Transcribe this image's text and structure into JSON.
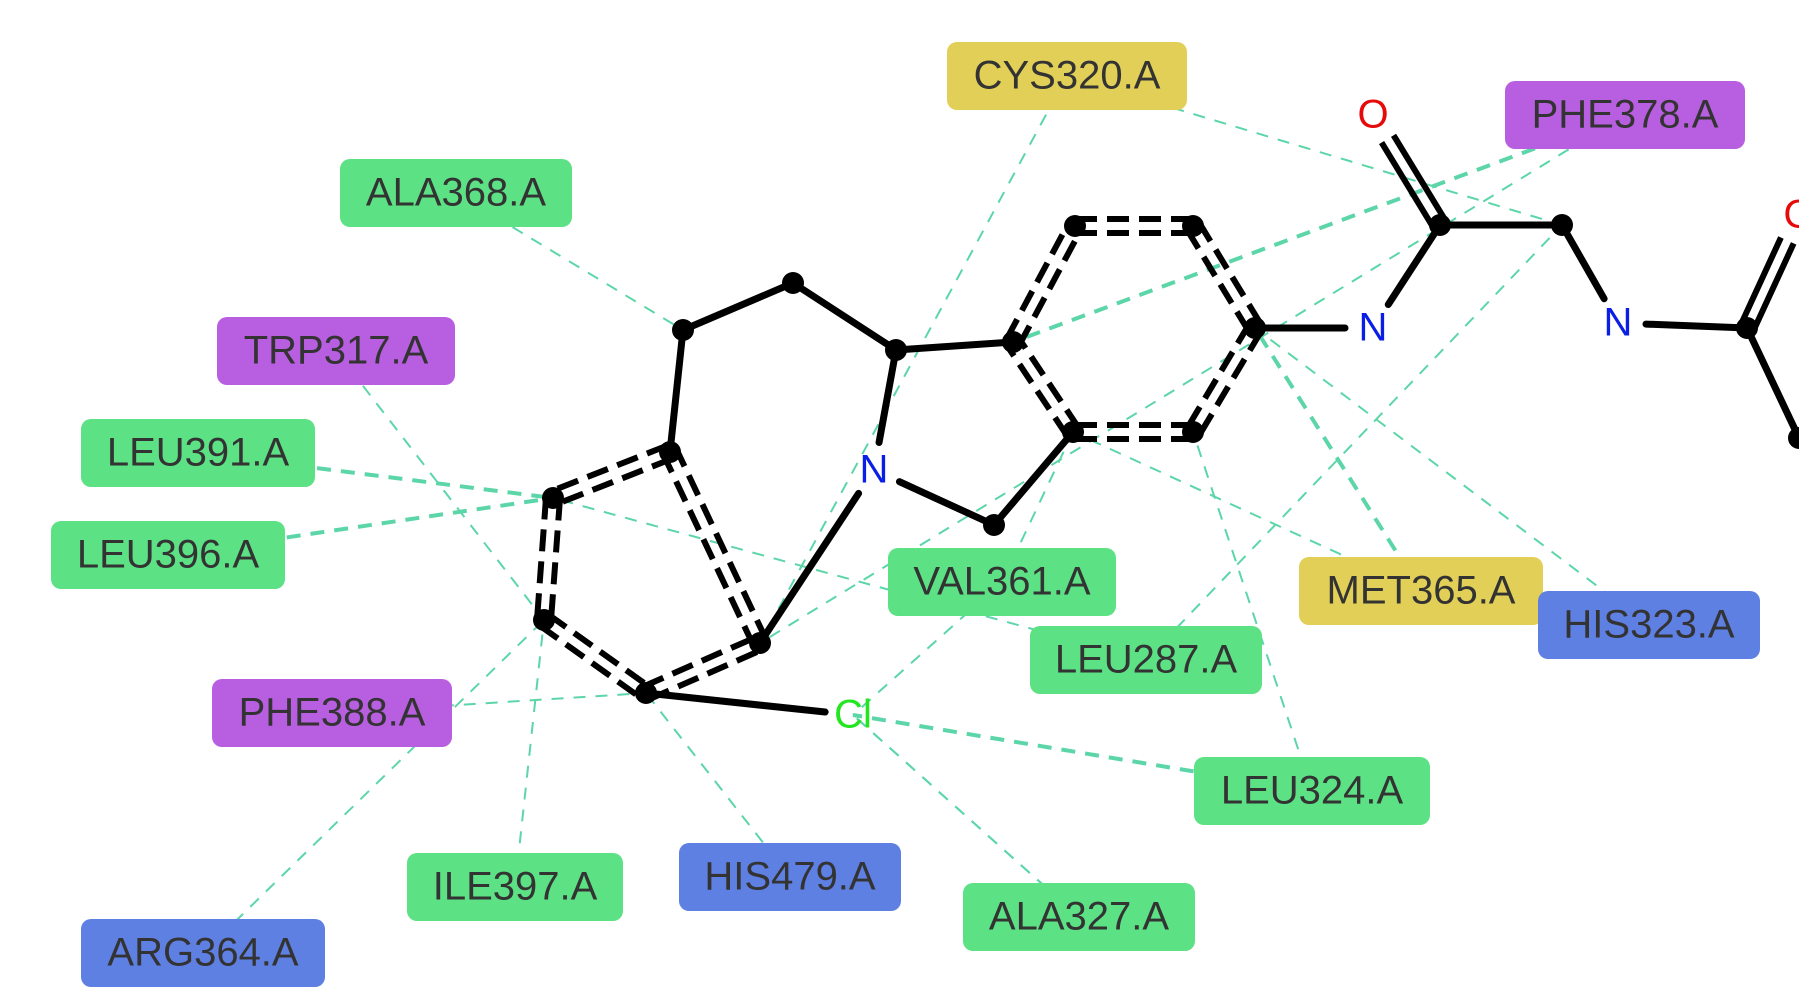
{
  "colors": {
    "hydrophobic": "#5ce185",
    "sulfur": "#e2cf57",
    "aromatic": "#b85ee0",
    "positive": "#5f80e3",
    "contact_line": "#5cd6a8",
    "bond": "#000000",
    "nitrogen": "#0a1ee6",
    "oxygen": "#e60a0a",
    "chlorine": "#22e61e",
    "label_text": "#333333"
  },
  "residues": [
    {
      "id": "CYS320",
      "label": "CYS320.A",
      "category": "sulfur"
    },
    {
      "id": "PHE378",
      "label": "PHE378.A",
      "category": "aromatic"
    },
    {
      "id": "ALA368",
      "label": "ALA368.A",
      "category": "hydrophobic"
    },
    {
      "id": "TRP317",
      "label": "TRP317.A",
      "category": "aromatic"
    },
    {
      "id": "LEU391",
      "label": "LEU391.A",
      "category": "hydrophobic"
    },
    {
      "id": "LEU396",
      "label": "LEU396.A",
      "category": "hydrophobic"
    },
    {
      "id": "VAL361",
      "label": "VAL361.A",
      "category": "hydrophobic"
    },
    {
      "id": "MET365",
      "label": "MET365.A",
      "category": "sulfur"
    },
    {
      "id": "HIS323",
      "label": "HIS323.A",
      "category": "positive"
    },
    {
      "id": "LEU287",
      "label": "LEU287.A",
      "category": "hydrophobic"
    },
    {
      "id": "PHE388",
      "label": "PHE388.A",
      "category": "aromatic"
    },
    {
      "id": "LEU324",
      "label": "LEU324.A",
      "category": "hydrophobic"
    },
    {
      "id": "HIS479",
      "label": "HIS479.A",
      "category": "positive"
    },
    {
      "id": "ALA327",
      "label": "ALA327.A",
      "category": "hydrophobic"
    },
    {
      "id": "ILE397",
      "label": "ILE397.A",
      "category": "hydrophobic"
    },
    {
      "id": "ARG364",
      "label": "ARG364.A",
      "category": "positive"
    }
  ],
  "atoms": [
    {
      "id": "a1",
      "element": "C"
    },
    {
      "id": "a2",
      "element": "C"
    },
    {
      "id": "a3",
      "element": "C"
    },
    {
      "id": "a4",
      "element": "N",
      "label": "N"
    },
    {
      "id": "a5",
      "element": "C"
    },
    {
      "id": "a6",
      "element": "C"
    },
    {
      "id": "a7",
      "element": "C"
    },
    {
      "id": "a8",
      "element": "C"
    },
    {
      "id": "a9",
      "element": "C"
    },
    {
      "id": "a10",
      "element": "C"
    },
    {
      "id": "a11",
      "element": "Cl",
      "label": "Cl"
    },
    {
      "id": "a12",
      "element": "C"
    },
    {
      "id": "a13",
      "element": "C"
    },
    {
      "id": "a14",
      "element": "C"
    },
    {
      "id": "a15",
      "element": "C"
    },
    {
      "id": "a16",
      "element": "C"
    },
    {
      "id": "a17",
      "element": "C"
    },
    {
      "id": "a18",
      "element": "N",
      "label": "N"
    },
    {
      "id": "a19",
      "element": "C"
    },
    {
      "id": "a20",
      "element": "O",
      "label": "O"
    },
    {
      "id": "a21",
      "element": "C"
    },
    {
      "id": "a22",
      "element": "N",
      "label": "N"
    },
    {
      "id": "a23",
      "element": "C"
    },
    {
      "id": "a24",
      "element": "O",
      "label": "O"
    },
    {
      "id": "a25",
      "element": "C"
    }
  ],
  "bonds": [
    {
      "a": "a1",
      "b": "a2",
      "order": "single"
    },
    {
      "a": "a2",
      "b": "a3",
      "order": "single"
    },
    {
      "a": "a3",
      "b": "a4",
      "order": "single"
    },
    {
      "a": "a3",
      "b": "a12",
      "order": "single"
    },
    {
      "a": "a4",
      "b": "a5",
      "order": "single"
    },
    {
      "a": "a4",
      "b": "a10",
      "order": "single"
    },
    {
      "a": "a5",
      "b": "a13",
      "order": "single"
    },
    {
      "a": "a1",
      "b": "a6",
      "order": "single"
    },
    {
      "a": "a6",
      "b": "a7",
      "order": "aromatic"
    },
    {
      "a": "a7",
      "b": "a8",
      "order": "aromatic"
    },
    {
      "a": "a8",
      "b": "a9",
      "order": "aromatic"
    },
    {
      "a": "a9",
      "b": "a10",
      "order": "aromatic"
    },
    {
      "a": "a10",
      "b": "a6",
      "order": "aromatic"
    },
    {
      "a": "a9",
      "b": "a11",
      "order": "single"
    },
    {
      "a": "a12",
      "b": "a14",
      "order": "aromatic"
    },
    {
      "a": "a14",
      "b": "a15",
      "order": "aromatic"
    },
    {
      "a": "a15",
      "b": "a16",
      "order": "aromatic"
    },
    {
      "a": "a16",
      "b": "a17",
      "order": "aromatic"
    },
    {
      "a": "a17",
      "b": "a13",
      "order": "aromatic"
    },
    {
      "a": "a13",
      "b": "a12",
      "order": "aromatic"
    },
    {
      "a": "a16",
      "b": "a18",
      "order": "single"
    },
    {
      "a": "a18",
      "b": "a19",
      "order": "single"
    },
    {
      "a": "a19",
      "b": "a20",
      "order": "double"
    },
    {
      "a": "a19",
      "b": "a21",
      "order": "single"
    },
    {
      "a": "a21",
      "b": "a22",
      "order": "single"
    },
    {
      "a": "a22",
      "b": "a23",
      "order": "single"
    },
    {
      "a": "a23",
      "b": "a24",
      "order": "double"
    },
    {
      "a": "a23",
      "b": "a25",
      "order": "single"
    }
  ],
  "contacts": [
    {
      "residue": "CYS320",
      "atom": "a10",
      "weight": "thin"
    },
    {
      "residue": "CYS320",
      "atom": "a21",
      "weight": "thin"
    },
    {
      "residue": "PHE378",
      "atom": "a12",
      "weight": "thick"
    },
    {
      "residue": "PHE378",
      "atom": "a10",
      "weight": "thin"
    },
    {
      "residue": "ALA368",
      "atom": "a1",
      "weight": "thin"
    },
    {
      "residue": "TRP317",
      "atom": "a8",
      "weight": "thin"
    },
    {
      "residue": "LEU391",
      "atom": "a7",
      "weight": "thick"
    },
    {
      "residue": "LEU396",
      "atom": "a7",
      "weight": "thick"
    },
    {
      "residue": "VAL361",
      "atom": "a11",
      "weight": "thin"
    },
    {
      "residue": "VAL361",
      "atom": "a13",
      "weight": "thin"
    },
    {
      "residue": "MET365",
      "atom": "a16",
      "weight": "thick"
    },
    {
      "residue": "MET365",
      "atom": "a13",
      "weight": "thin"
    },
    {
      "residue": "HIS323",
      "atom": "a16",
      "weight": "thin"
    },
    {
      "residue": "LEU287",
      "atom": "a7",
      "weight": "thin"
    },
    {
      "residue": "LEU287",
      "atom": "a21",
      "weight": "thin"
    },
    {
      "residue": "PHE388",
      "atom": "a9",
      "weight": "thin"
    },
    {
      "residue": "LEU324",
      "atom": "a11",
      "weight": "thick"
    },
    {
      "residue": "LEU324",
      "atom": "a17",
      "weight": "thin"
    },
    {
      "residue": "HIS479",
      "atom": "a9",
      "weight": "thin"
    },
    {
      "residue": "ALA327",
      "atom": "a11",
      "weight": "thin"
    },
    {
      "residue": "ALA327",
      "atom": "a11",
      "weight": "thin"
    },
    {
      "residue": "ILE397",
      "atom": "a8",
      "weight": "thin"
    },
    {
      "residue": "ARG364",
      "atom": "a8",
      "weight": "thin"
    }
  ]
}
